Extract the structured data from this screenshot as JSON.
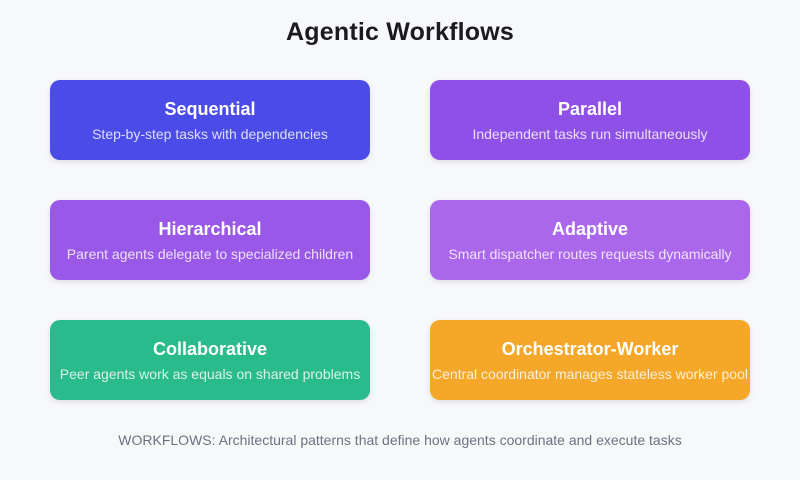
{
  "page": {
    "title": "Agentic Workflows",
    "caption": "WORKFLOWS: Architectural patterns that define how agents coordinate and execute tasks",
    "background_color": "#f7f8fa",
    "title_color": "#1b1b1f",
    "caption_color": "#6b7280"
  },
  "cards": [
    {
      "title": "Sequential",
      "subtitle": "Step-by-step tasks with dependencies",
      "color": "#4b4be8"
    },
    {
      "title": "Parallel",
      "subtitle": "Independent tasks run simultaneously",
      "color": "#8e50e6"
    },
    {
      "title": "Hierarchical",
      "subtitle": "Parent agents delegate to specialized children",
      "color": "#9a58e8"
    },
    {
      "title": "Adaptive",
      "subtitle": "Smart dispatcher routes requests dynamically",
      "color": "#aa67ec"
    },
    {
      "title": "Collaborative",
      "subtitle": "Peer agents work as equals on shared problems",
      "color": "#2abb8c"
    },
    {
      "title": "Orchestrator-Worker",
      "subtitle": "Central coordinator manages stateless worker pool",
      "color": "#f5a72a"
    }
  ]
}
